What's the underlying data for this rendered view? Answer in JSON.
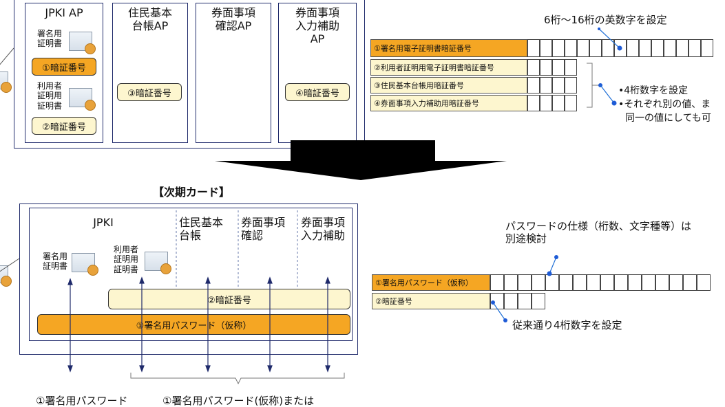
{
  "top": {
    "ap_columns": [
      {
        "title": "JPKI AP"
      },
      {
        "title": "住民基本\n台帳AP"
      },
      {
        "title": "券面事項\n確認AP"
      },
      {
        "title": "券面事項\n入力補助\nAP"
      }
    ],
    "cert_sign": "署名用\n証明書",
    "cert_user": "利用者\n証明用\n証明書",
    "pin1": "①暗証番号",
    "pin2": "②暗証番号",
    "pin3": "③暗証番号",
    "pin4": "④暗証番号",
    "note_top": "6桁～16桁の英数字を設定",
    "rows": [
      "①署名用電子証明書暗証番号",
      "②利用者証明用電子証明書暗証番号",
      "③住民基本台帳用暗証番号",
      "④券面事項入力補助用暗証番号"
    ],
    "bullet1": "•4桁数字を設定",
    "bullet2": "•それぞれ別の値、ま",
    "bullet3": "同一の値にしても可"
  },
  "next": {
    "title": "【次期カード】",
    "col_jpki": "JPKI",
    "col_juki": "住民基本\n台帳",
    "col_kakunin": "券面事項\n確認",
    "col_hojo": "券面事項\n入力補助",
    "cert_sign": "署名用\n証明書",
    "cert_user": "利用者\n証明用\n証明書",
    "bar_pin": "②暗証番号",
    "bar_pw": "①署名用パスワード（仮称）",
    "note_pw": "パスワードの仕様（桁数、文字種等）は\n別途検討",
    "row_pw": "①署名用パスワード（仮称）",
    "row_pin": "②暗証番号",
    "note_pin": "従来通り4桁数字を設定",
    "bottom_left": "①署名用パスワード",
    "bottom_right": "①署名用パスワード(仮称)または"
  },
  "colors": {
    "orange": "#f5a623",
    "cream": "#fdf6cf",
    "navy": "#1f2a6b",
    "dot": "#1e5bd6"
  }
}
